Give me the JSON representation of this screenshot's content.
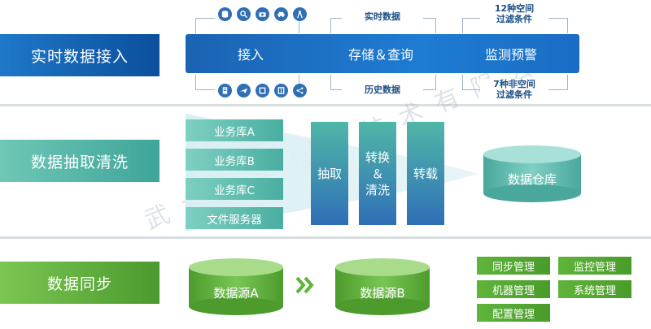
{
  "sections": {
    "realtime": {
      "label": "实时数据接入"
    },
    "extract": {
      "label": "数据抽取清洗"
    },
    "sync": {
      "label": "数据同步"
    }
  },
  "realtime_bar": {
    "items": [
      "接入",
      "存储＆查询",
      "监测预警"
    ],
    "top_labels": {
      "realtime_data": "实时数据",
      "filter_12": "12种空间\n过滤条件"
    },
    "bottom_labels": {
      "history_data": "历史数据",
      "filter_7": "7种非空间\n过滤条件"
    }
  },
  "icons": {
    "top": [
      "database-icon",
      "search-icon",
      "camera-icon",
      "car-icon",
      "person-icon"
    ],
    "bottom": [
      "document-icon",
      "airplane-icon",
      "square-icon",
      "book-icon",
      "share-icon"
    ]
  },
  "extract_flow": {
    "sources": [
      "业务库A",
      "业务库B",
      "业务库C",
      "文件服务器"
    ],
    "steps": [
      "抽取",
      "转换\n＆\n清洗",
      "转载"
    ],
    "target": "数据仓库"
  },
  "sync_flow": {
    "source": "数据源A",
    "target": "数据源B",
    "management": [
      "同步管理",
      "监控管理",
      "机器管理",
      "系统管理",
      "配置管理"
    ]
  },
  "watermark": "武大吉奥信息技术有限公司",
  "colors": {
    "blue_primary": "#1e78c8",
    "teal_primary": "#4fb3a3",
    "green_primary": "#5fb43a"
  }
}
